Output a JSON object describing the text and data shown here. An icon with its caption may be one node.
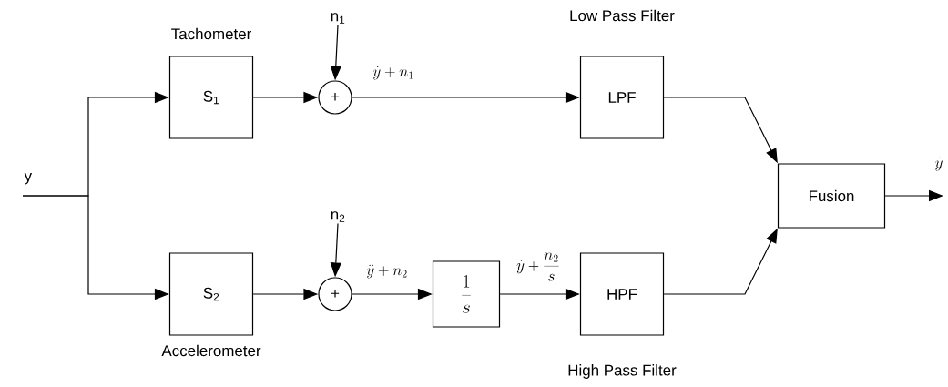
{
  "diagram": {
    "nodes": [
      {
        "text": [
          "y"
        ]
      },
      {
        "text": [
          "S$_{1}$"
        ],
        "beside": [
          "Tachometer"
        ]
      },
      {
        "text": [
          "n$_{1}$"
        ]
      },
      {
        "text": [
          "+"
        ]
      },
      {
        "text": [
          "LPF"
        ],
        "beside": [
          "Low Pass Filter"
        ]
      },
      {
        "text": [
          "Fusion"
        ]
      },
      {
        "text": [
          "S$_{2}$"
        ],
        "beside": [
          "Accelerometer"
        ]
      },
      {
        "text": [
          "n$_{2}$"
        ]
      },
      {
        "text": [
          "+"
        ]
      },
      {
        "text": [
          "\\frac{1}{s}"
        ]
      },
      {
        "text": [
          "HPF"
        ],
        "beside": [
          "High Pass Filter"
        ]
      }
    ],
    "edges": [
      {
        "from": 0,
        "to": 1,
        "arrow": "to"
      },
      {
        "from": 0,
        "to": 6,
        "arrow": "to"
      },
      {
        "from": 1,
        "to": 3,
        "arrow": "to"
      },
      {
        "from": 2,
        "to": 3,
        "arrow": "to"
      },
      {
        "from": 3,
        "to": 4,
        "arrow": "to",
        "label": "\\dot{y}+n_{1}"
      },
      {
        "from": 4,
        "to": 5,
        "arrow": "to"
      },
      {
        "from": 6,
        "to": 8,
        "arrow": "to"
      },
      {
        "from": 7,
        "to": 8,
        "arrow": "to"
      },
      {
        "from": 8,
        "to": 9,
        "arrow": "to",
        "label": "\\ddot{y}+n_{2}"
      },
      {
        "from": 9,
        "to": 10,
        "arrow": "to",
        "label": "\\dot{y}+\\frac{n_{2}}{s}"
      },
      {
        "from": 10,
        "to": 5,
        "arrow": "to"
      },
      {
        "from": 5,
        "to": null,
        "arrow": "to",
        "label": "\\dot{y}"
      }
    ]
  }
}
